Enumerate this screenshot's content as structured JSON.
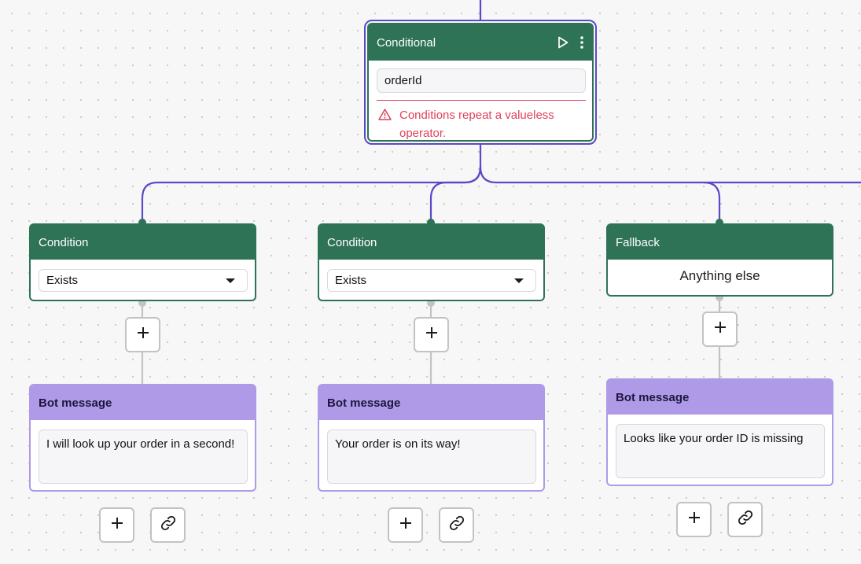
{
  "conditional": {
    "title": "Conditional",
    "field_value": "orderId",
    "error_text": "Conditions repeat a valueless operator."
  },
  "branches": [
    {
      "title": "Condition",
      "operator": "Exists",
      "message_title": "Bot message",
      "message_text": "I will look up your order in a second!"
    },
    {
      "title": "Condition",
      "operator": "Exists",
      "message_title": "Bot message",
      "message_text": "Your order is on its way!"
    },
    {
      "title": "Fallback",
      "value": "Anything else",
      "message_title": "Bot message",
      "message_text": "Looks like your order ID is missing"
    }
  ],
  "colors": {
    "condition_header": "#2f7357",
    "message_header": "#ae9ae6",
    "selection_wire": "#5b49c7",
    "error": "#e0405a"
  },
  "icons": [
    "play-icon",
    "more-vertical-icon",
    "warning-icon",
    "plus-icon",
    "link-icon",
    "caret-down-icon"
  ]
}
